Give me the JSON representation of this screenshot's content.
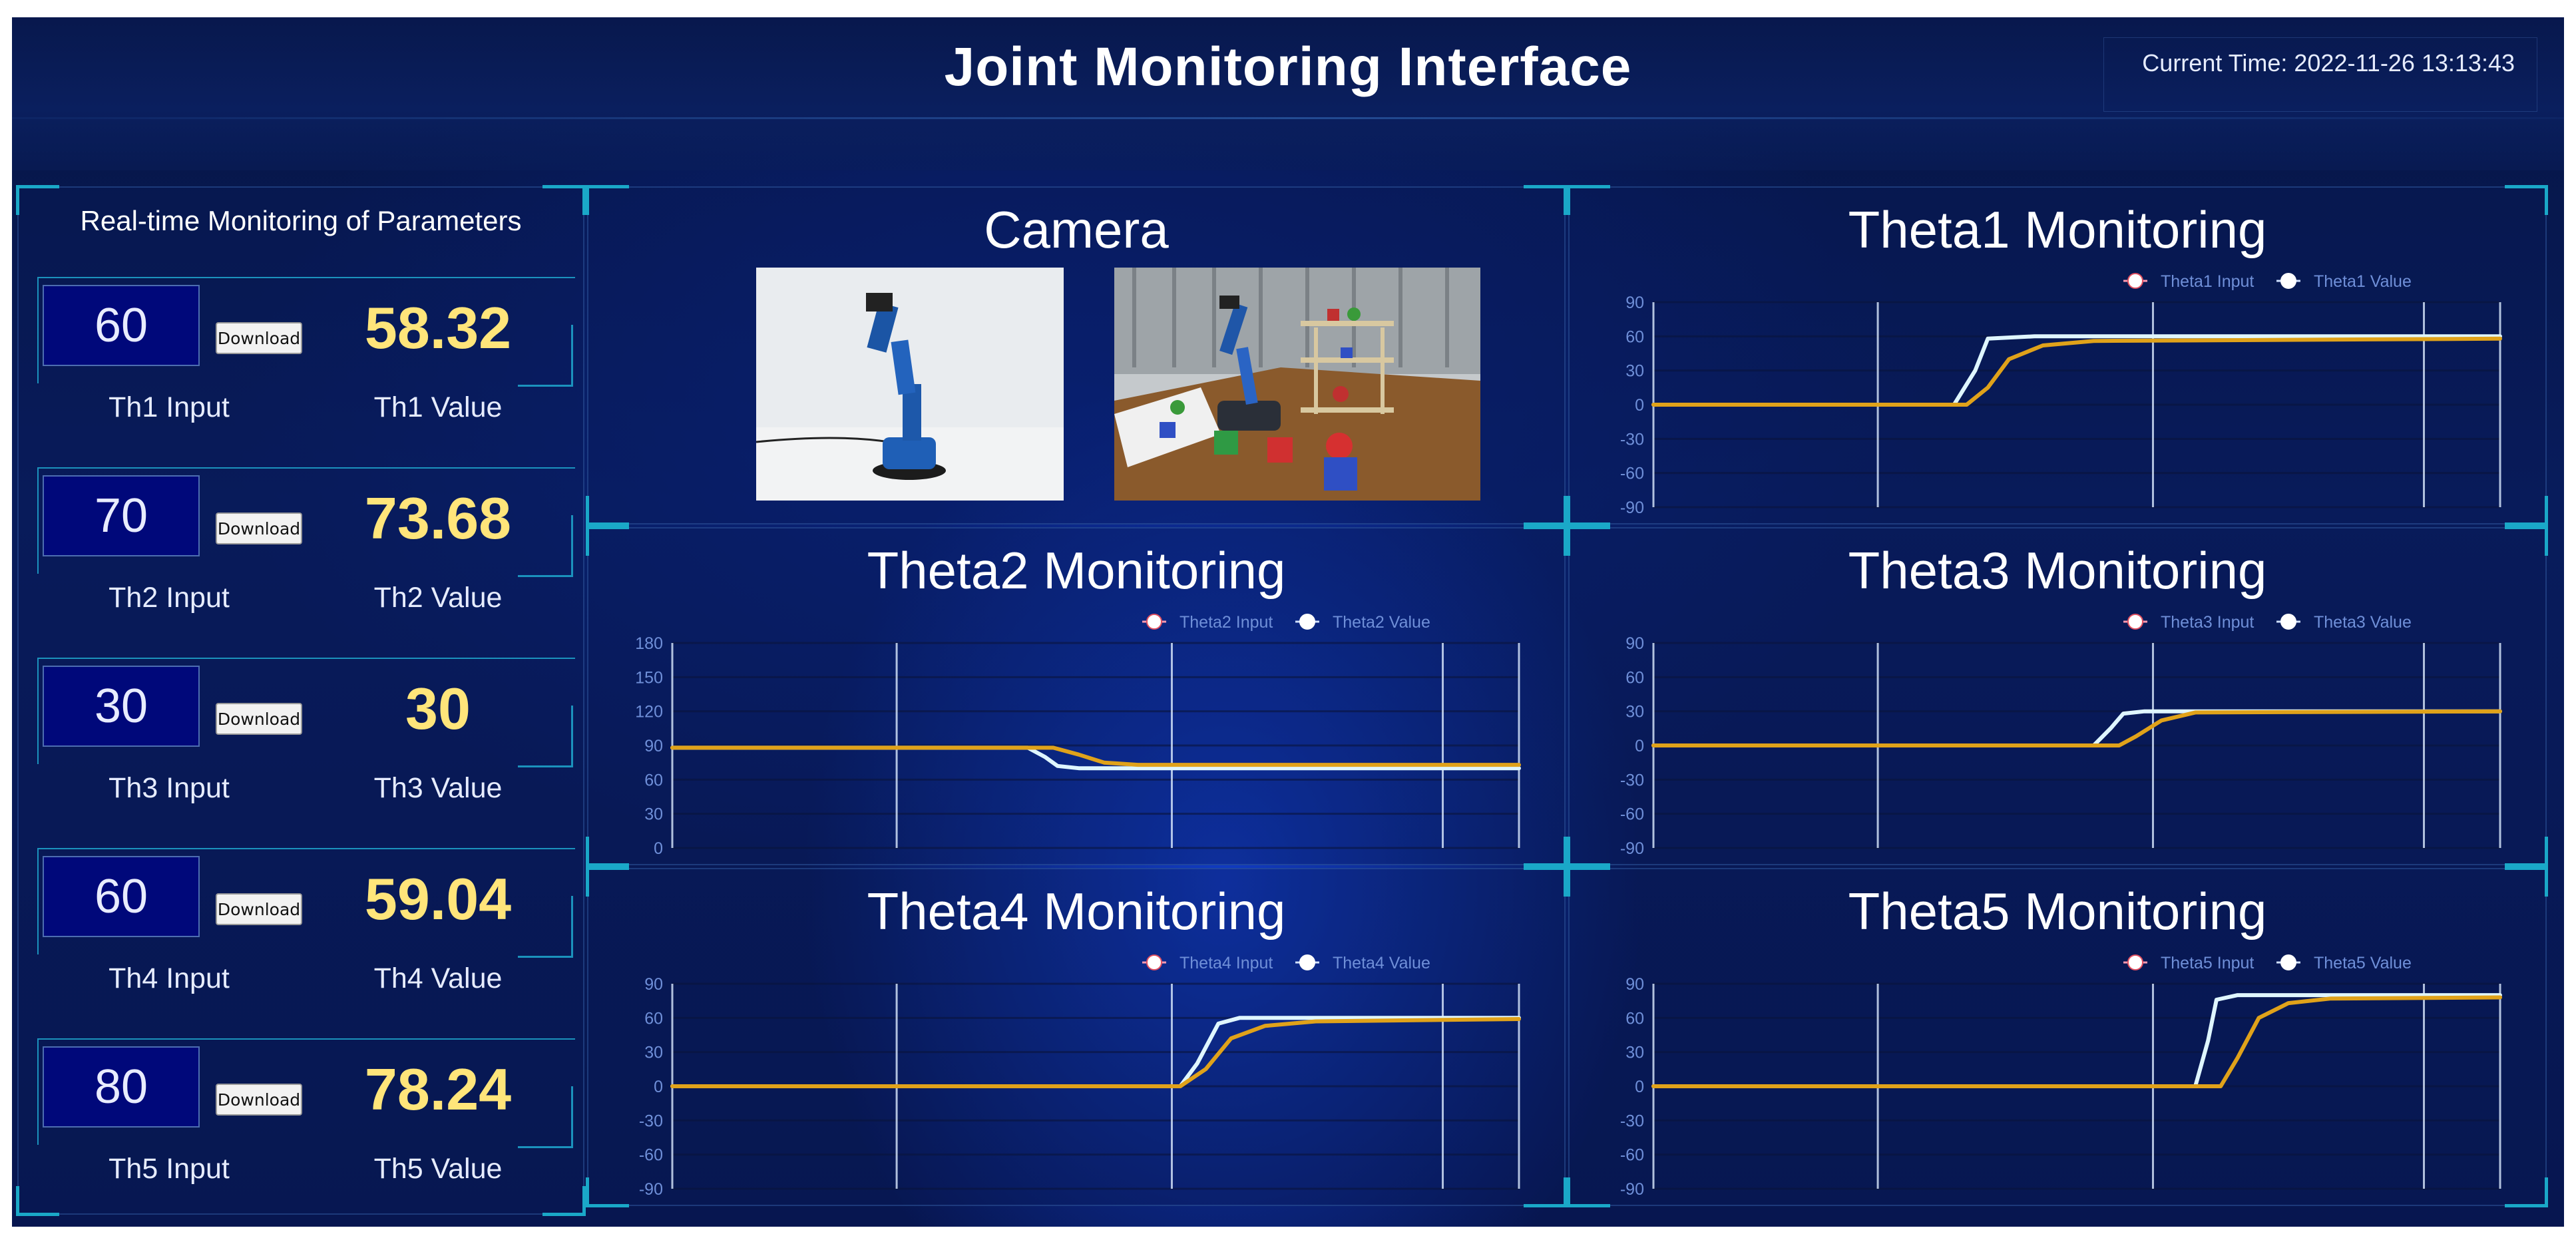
{
  "header": {
    "title": "Joint Monitoring Interface",
    "clock_label": "Current Time:",
    "clock_value": "2022-11-26 13:13:43"
  },
  "params_panel": {
    "title": "Real-time Monitoring of Parameters",
    "download_label": "Download",
    "joints": [
      {
        "input": "60",
        "value": "58.32",
        "input_label": "Th1 Input",
        "value_label": "Th1 Value"
      },
      {
        "input": "70",
        "value": "73.68",
        "input_label": "Th2 Input",
        "value_label": "Th2 Value"
      },
      {
        "input": "30",
        "value": "30",
        "input_label": "Th3 Input",
        "value_label": "Th3 Value"
      },
      {
        "input": "60",
        "value": "59.04",
        "input_label": "Th4 Input",
        "value_label": "Th4 Value"
      },
      {
        "input": "80",
        "value": "78.24",
        "input_label": "Th5 Input",
        "value_label": "Th5 Value"
      }
    ]
  },
  "camera": {
    "title": "Camera"
  },
  "colors": {
    "input_line": "#dff6ff",
    "value_line": "#e0a21a",
    "tick_label": "#6f8fd8",
    "value_text": "#ffe57a"
  },
  "chart_data": [
    {
      "type": "line",
      "title": "Theta1 Monitoring",
      "ylim": [
        -90,
        90
      ],
      "yticks": [
        90,
        60,
        30,
        0,
        -30,
        -60,
        -90
      ],
      "grid": true,
      "legend_position": "top-right",
      "series": [
        {
          "name": "Theta1 Input",
          "x": [
            0,
            0.355,
            0.38,
            0.395,
            0.45,
            1
          ],
          "y": [
            0,
            0,
            30,
            58,
            60,
            60
          ]
        },
        {
          "name": "Theta1 Value",
          "x": [
            0,
            0.37,
            0.395,
            0.42,
            0.46,
            0.52,
            1
          ],
          "y": [
            0,
            0,
            15,
            40,
            52,
            56,
            58
          ]
        }
      ]
    },
    {
      "type": "line",
      "title": "Theta2 Monitoring",
      "ylim": [
        0,
        180
      ],
      "yticks": [
        180,
        150,
        120,
        90,
        60,
        30,
        0
      ],
      "grid": true,
      "legend_position": "top-right",
      "series": [
        {
          "name": "Theta2 Input",
          "x": [
            0,
            0.42,
            0.44,
            0.455,
            0.48,
            1
          ],
          "y": [
            88,
            88,
            80,
            72,
            70,
            70
          ]
        },
        {
          "name": "Theta2 Value",
          "x": [
            0,
            0.45,
            0.48,
            0.51,
            0.55,
            1
          ],
          "y": [
            88,
            88,
            82,
            75,
            73,
            73
          ]
        }
      ]
    },
    {
      "type": "line",
      "title": "Theta3 Monitoring",
      "ylim": [
        -90,
        90
      ],
      "yticks": [
        90,
        60,
        30,
        0,
        -30,
        -60,
        -90
      ],
      "grid": true,
      "legend_position": "top-right",
      "series": [
        {
          "name": "Theta3 Input",
          "x": [
            0,
            0.52,
            0.54,
            0.555,
            0.58,
            1
          ],
          "y": [
            0,
            0,
            15,
            28,
            30,
            30
          ]
        },
        {
          "name": "Theta3 Value",
          "x": [
            0,
            0.55,
            0.57,
            0.6,
            0.64,
            1
          ],
          "y": [
            0,
            0,
            8,
            22,
            29,
            30
          ]
        }
      ]
    },
    {
      "type": "line",
      "title": "Theta4 Monitoring",
      "ylim": [
        -90,
        90
      ],
      "yticks": [
        90,
        60,
        30,
        0,
        -30,
        -60,
        -90
      ],
      "grid": true,
      "legend_position": "top-right",
      "series": [
        {
          "name": "Theta4 Input",
          "x": [
            0,
            0.6,
            0.62,
            0.645,
            0.67,
            1
          ],
          "y": [
            0,
            0,
            20,
            55,
            60,
            60
          ]
        },
        {
          "name": "Theta4 Value",
          "x": [
            0,
            0.6,
            0.63,
            0.66,
            0.7,
            0.76,
            1
          ],
          "y": [
            0,
            0,
            15,
            42,
            53,
            57,
            59
          ]
        }
      ]
    },
    {
      "type": "line",
      "title": "Theta5 Monitoring",
      "ylim": [
        -90,
        90
      ],
      "yticks": [
        90,
        60,
        30,
        0,
        -30,
        -60,
        -90
      ],
      "grid": true,
      "legend_position": "top-right",
      "series": [
        {
          "name": "Theta5 Input",
          "x": [
            0,
            0.64,
            0.655,
            0.665,
            0.69,
            1
          ],
          "y": [
            0,
            0,
            40,
            76,
            80,
            80
          ]
        },
        {
          "name": "Theta5 Value",
          "x": [
            0,
            0.67,
            0.69,
            0.715,
            0.75,
            0.8,
            1
          ],
          "y": [
            0,
            0,
            25,
            60,
            73,
            77,
            78
          ]
        }
      ]
    }
  ]
}
